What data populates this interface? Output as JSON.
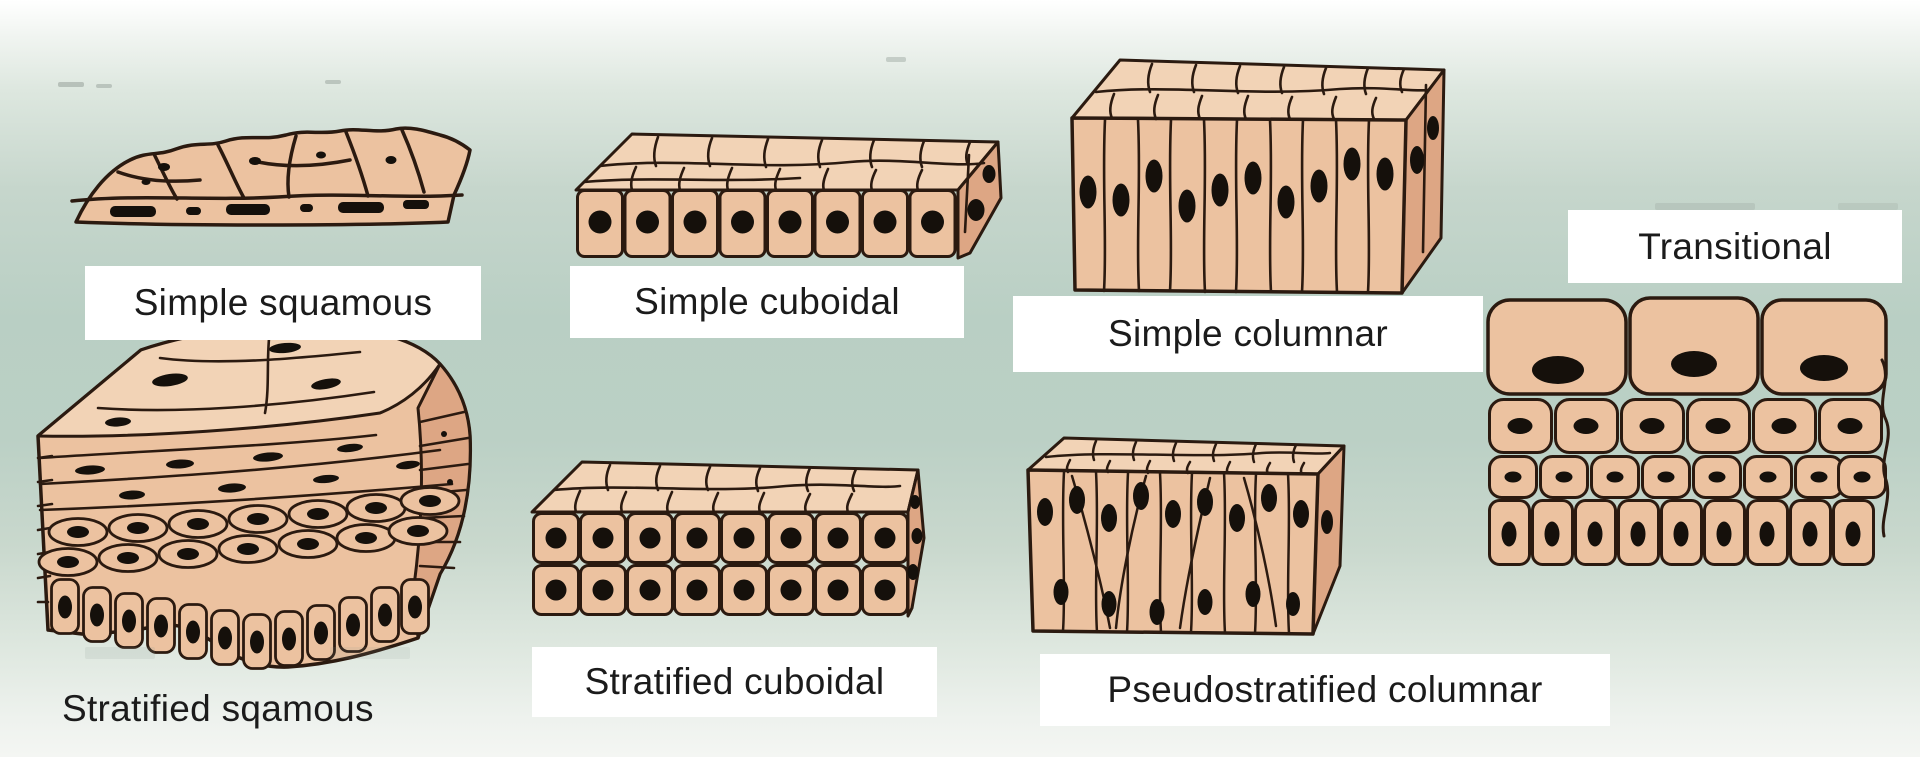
{
  "labels": [
    {
      "id": "simple-squamous",
      "text": "Simple squamous"
    },
    {
      "id": "simple-cuboidal",
      "text": "Simple cuboidal"
    },
    {
      "id": "simple-columnar",
      "text": "Simple columnar"
    },
    {
      "id": "transitional",
      "text": "Transitional"
    },
    {
      "id": "stratified-sqamous",
      "text": "Stratified sqamous"
    },
    {
      "id": "stratified-cuboidal",
      "text": "Stratified cuboidal"
    },
    {
      "id": "pseudostratified-columnar",
      "text": "Pseudostratified columnar"
    }
  ],
  "colors": {
    "background_green": "#b9cfc4",
    "cell_fill": "#ecc2a0",
    "cell_top_face": "#f2d3b6",
    "cell_side_shade": "#dda684",
    "outline": "#2b1a10",
    "nucleus": "#15100b",
    "label_background": "#ffffff",
    "label_text": "#1b1b1b"
  }
}
